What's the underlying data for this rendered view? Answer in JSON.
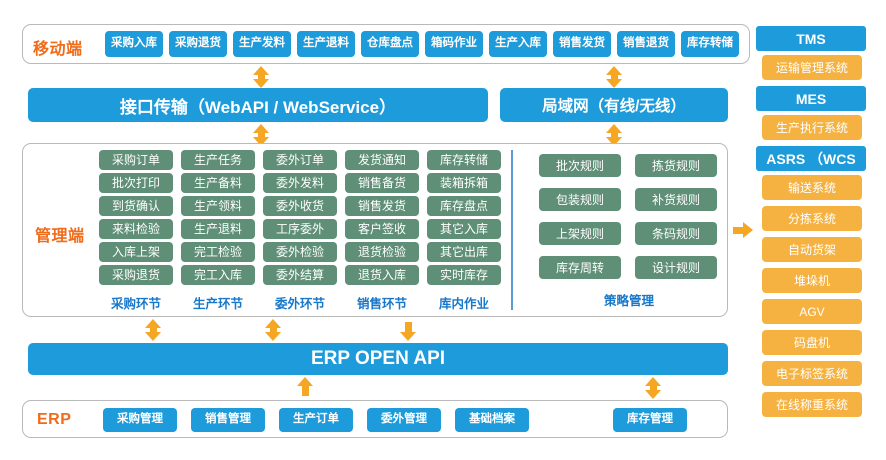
{
  "mobile": {
    "label": "移动端",
    "buttons": [
      "采购入库",
      "采购退货",
      "生产发料",
      "生产退料",
      "仓库盘点",
      "箱码作业",
      "生产入库",
      "销售发货",
      "销售退货",
      "库存转储"
    ]
  },
  "transport": {
    "api_banner": "接口传输（WebAPI / WebService）",
    "lan_banner": "局域网（有线/无线）"
  },
  "management": {
    "label": "管理端",
    "columns": [
      {
        "title": "采购环节",
        "items": [
          "采购订单",
          "批次打印",
          "到货确认",
          "来料检验",
          "入库上架",
          "采购退货"
        ]
      },
      {
        "title": "生产环节",
        "items": [
          "生产任务",
          "生产备料",
          "生产领料",
          "生产退料",
          "完工检验",
          "完工入库"
        ]
      },
      {
        "title": "委外环节",
        "items": [
          "委外订单",
          "委外发料",
          "委外收货",
          "工序委外",
          "委外检验",
          "委外结算"
        ]
      },
      {
        "title": "销售环节",
        "items": [
          "发货通知",
          "销售备货",
          "销售发货",
          "客户签收",
          "退货检验",
          "退货入库"
        ]
      },
      {
        "title": "库内作业",
        "items": [
          "库存转储",
          "装箱拆箱",
          "库存盘点",
          "其它入库",
          "其它出库",
          "实时库存"
        ]
      }
    ]
  },
  "strategy": {
    "title": "策略管理",
    "columns": [
      {
        "items": [
          "批次规则",
          "包装规则",
          "上架规则",
          "库存周转"
        ]
      },
      {
        "items": [
          "拣货规则",
          "补货规则",
          "条码规则",
          "设计规则"
        ]
      }
    ]
  },
  "open_api": {
    "banner": "ERP  OPEN API"
  },
  "erp": {
    "label": "ERP",
    "buttons": [
      "采购管理",
      "销售管理",
      "生产订单",
      "委外管理",
      "基础档案"
    ],
    "inventory_button": "库存管理"
  },
  "external": {
    "groups": [
      {
        "header": "TMS",
        "items": [
          "运输管理系统"
        ]
      },
      {
        "header": "MES",
        "items": [
          "生产执行系统"
        ]
      },
      {
        "header": "ASRS （WCS",
        "items": [
          "输送系统",
          "分拣系统",
          "自动货架",
          "堆垛机",
          "AGV",
          "码盘机",
          "电子标签系统",
          "在线称重系统"
        ]
      }
    ]
  },
  "colors": {
    "blue": "#1d9bdb",
    "green": "#5f8f77",
    "orange": "#f5b240",
    "arrow_orange": "#f5a623",
    "label_orange": "#ef6c1a",
    "col_label_blue": "#1877c9",
    "panel_border": "#b9b9b9"
  }
}
